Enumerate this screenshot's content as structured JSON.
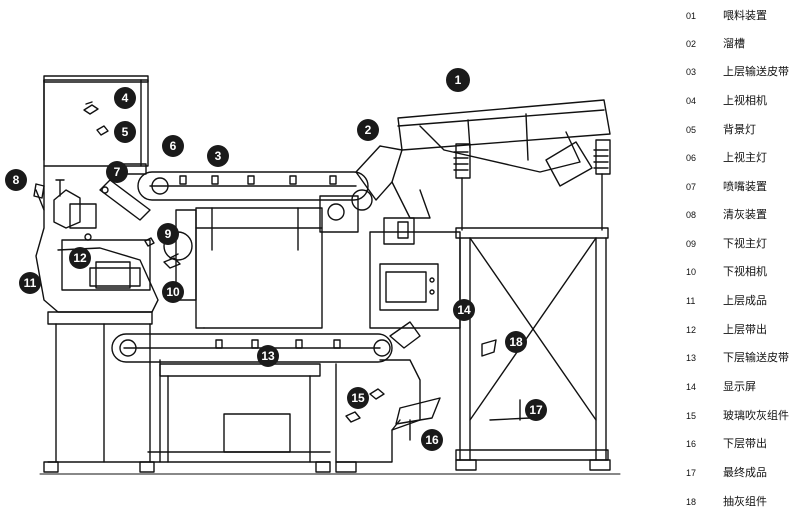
{
  "colors": {
    "line": "#111111",
    "badge": "#1a1a1a",
    "badge_text": "#ffffff",
    "screen": "#ffffff"
  },
  "legend": [
    {
      "num": "01",
      "label": "喂料装置"
    },
    {
      "num": "02",
      "label": "溜槽"
    },
    {
      "num": "03",
      "label": "上层输送皮带"
    },
    {
      "num": "04",
      "label": "上视相机"
    },
    {
      "num": "05",
      "label": "背景灯"
    },
    {
      "num": "06",
      "label": "上视主灯"
    },
    {
      "num": "07",
      "label": "喷嘴装置"
    },
    {
      "num": "08",
      "label": "清灰装置"
    },
    {
      "num": "09",
      "label": "下视主灯"
    },
    {
      "num": "10",
      "label": "下视相机"
    },
    {
      "num": "11",
      "label": "上层成品"
    },
    {
      "num": "12",
      "label": "上层带出"
    },
    {
      "num": "13",
      "label": "下层输送皮带"
    },
    {
      "num": "14",
      "label": "显示屏"
    },
    {
      "num": "15",
      "label": "玻璃吹灰组件"
    },
    {
      "num": "16",
      "label": "下层带出"
    },
    {
      "num": "17",
      "label": "最终成品"
    },
    {
      "num": "18",
      "label": "抽灰组件"
    }
  ],
  "callouts": [
    "1",
    "2",
    "3",
    "4",
    "5",
    "6",
    "7",
    "8",
    "9",
    "10",
    "11",
    "12",
    "13",
    "14",
    "15",
    "16",
    "17",
    "18"
  ]
}
